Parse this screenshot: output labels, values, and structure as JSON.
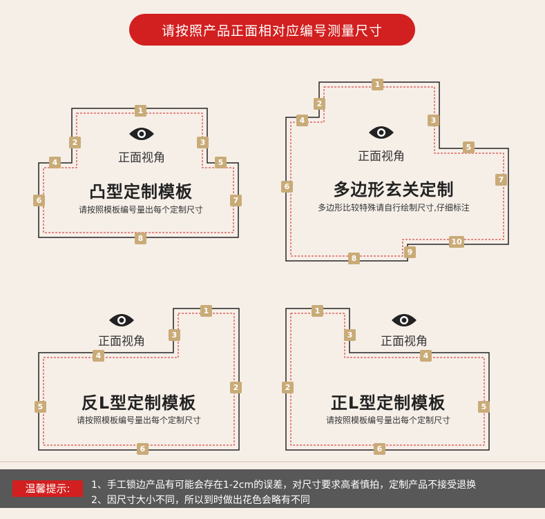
{
  "header": {
    "title": "请按照产品正面相对应编号测量尺寸"
  },
  "colors": {
    "accent": "#d21f1f",
    "badge": "#c9ab78",
    "outline": "#222222",
    "dashed": "#d21f1f"
  },
  "templates": {
    "convex": {
      "view_label": "正面视角",
      "title": "凸型定制模板",
      "subtitle": "请按照模板编号量出每个定制尺寸",
      "badges": [
        "1",
        "2",
        "3",
        "4",
        "5",
        "6",
        "7",
        "8"
      ]
    },
    "polygon": {
      "view_label": "正面视角",
      "title": "多边形玄关定制",
      "subtitle": "多边形比较特殊请自行绘制尺寸,仔细标注",
      "badges": [
        "1",
        "2",
        "3",
        "4",
        "5",
        "6",
        "7",
        "8",
        "9",
        "10"
      ]
    },
    "reverse_l": {
      "view_label": "正面视角",
      "title": "反L型定制模板",
      "subtitle": "请按照模板编号量出每个定制尺寸",
      "badges": [
        "1",
        "2",
        "3",
        "4",
        "5",
        "6"
      ]
    },
    "normal_l": {
      "view_label": "正面视角",
      "title": "正L型定制模板",
      "subtitle": "请按照模板编号量出每个定制尺寸",
      "badges": [
        "1",
        "2",
        "3",
        "4",
        "5",
        "6"
      ]
    }
  },
  "footer": {
    "label": "温馨提示:",
    "tips": [
      "1、手工锁边产品有可能会存在1-2cm的误差，对尺寸要求高者慎拍，定制产品不接受退换",
      "2、因尺寸大小不同，所以到时做出花色会略有不同"
    ]
  }
}
